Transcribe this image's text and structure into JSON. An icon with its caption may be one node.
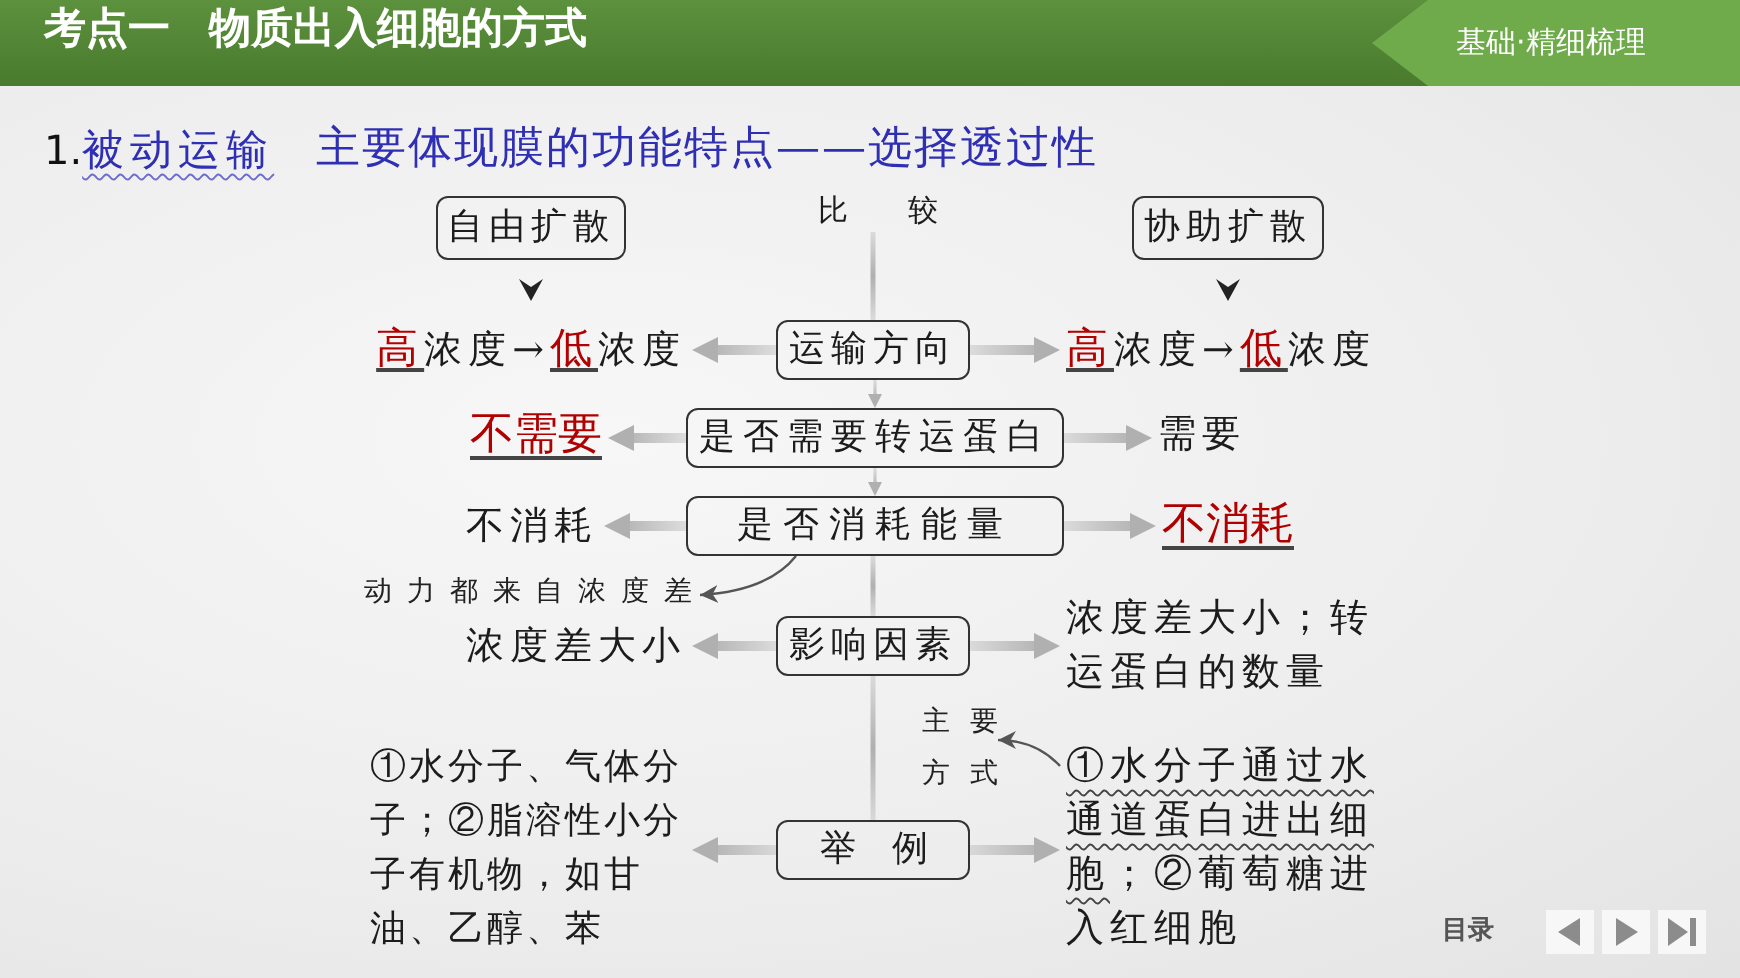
{
  "diagram": {
    "title": "考点一 物质出入细胞的方式",
    "nodes": [
      {
        "text": [
          "比较"
        ]
      },
      {
        "text": [
          "自由扩散"
        ]
      },
      {
        "text": [
          "协助扩散"
        ]
      },
      {
        "text": [
          "运输方向"
        ]
      },
      {
        "text": [
          "**高**浓度→**低**浓度"
        ]
      },
      {
        "text": [
          "**高**浓度→**低**浓度"
        ]
      },
      {
        "text": [
          "是否需要转运蛋白"
        ]
      },
      {
        "text": [
          "不需要"
        ]
      },
      {
        "text": [
          "需要"
        ]
      },
      {
        "text": [
          "是否消耗能量"
        ]
      },
      {
        "text": [
          "不消耗"
        ]
      },
      {
        "text": [
          "不消耗"
        ]
      },
      {
        "text": [
          "动力都来自浓度差"
        ]
      },
      {
        "text": [
          "影响因素"
        ]
      },
      {
        "text": [
          "浓度差大小"
        ]
      },
      {
        "text": [
          "浓度差大小；转运蛋白的数量"
        ]
      },
      {
        "text": [
          "主要方式"
        ]
      },
      {
        "text": [
          "举例"
        ]
      },
      {
        "text": [
          "①水分子、气体分子；②脂溶性小分子有机物，如甘油、乙醇、苯"
        ]
      },
      {
        "text": [
          "*①水分子通过水通道蛋白进出细胞*；②葡萄糖进入红细胞"
        ]
      }
    ],
    "edges": [
      {
        "from": 0,
        "to": 3,
        "arrow": "none"
      },
      {
        "from": 1,
        "to": 4,
        "arrow": "to",
        "color": "#222222"
      },
      {
        "from": 2,
        "to": 5,
        "arrow": "to",
        "color": "#222222"
      },
      {
        "from": 3,
        "to": 4,
        "arrow": "to"
      },
      {
        "from": 3,
        "to": 5,
        "arrow": "to"
      },
      {
        "from": 3,
        "to": 6,
        "arrow": "to"
      },
      {
        "from": 6,
        "to": 7,
        "arrow": "to"
      },
      {
        "from": 6,
        "to": 8,
        "arrow": "to"
      },
      {
        "from": 6,
        "to": 9,
        "arrow": "to"
      },
      {
        "from": 9,
        "to": 10,
        "arrow": "to"
      },
      {
        "from": 9,
        "to": 11,
        "arrow": "to"
      },
      {
        "from": 9,
        "to": 12,
        "arrow": "to",
        "color": "#555555"
      },
      {
        "from": 9,
        "to": 13,
        "arrow": "none"
      },
      {
        "from": 13,
        "to": 14,
        "arrow": "to"
      },
      {
        "from": 13,
        "to": 15,
        "arrow": "to"
      },
      {
        "from": 13,
        "to": 17,
        "arrow": "none"
      },
      {
        "from": 17,
        "to": 18,
        "arrow": "to"
      },
      {
        "from": 17,
        "to": 19,
        "arrow": "to"
      },
      {
        "from": 19,
        "to": 16,
        "arrow": "to",
        "color": "#555555"
      }
    ],
    "labels": [
      "基础·精细梳理",
      "1.**被动运输**",
      "主要体现膜的功能特点——选择透过性",
      "目录"
    ]
  }
}
